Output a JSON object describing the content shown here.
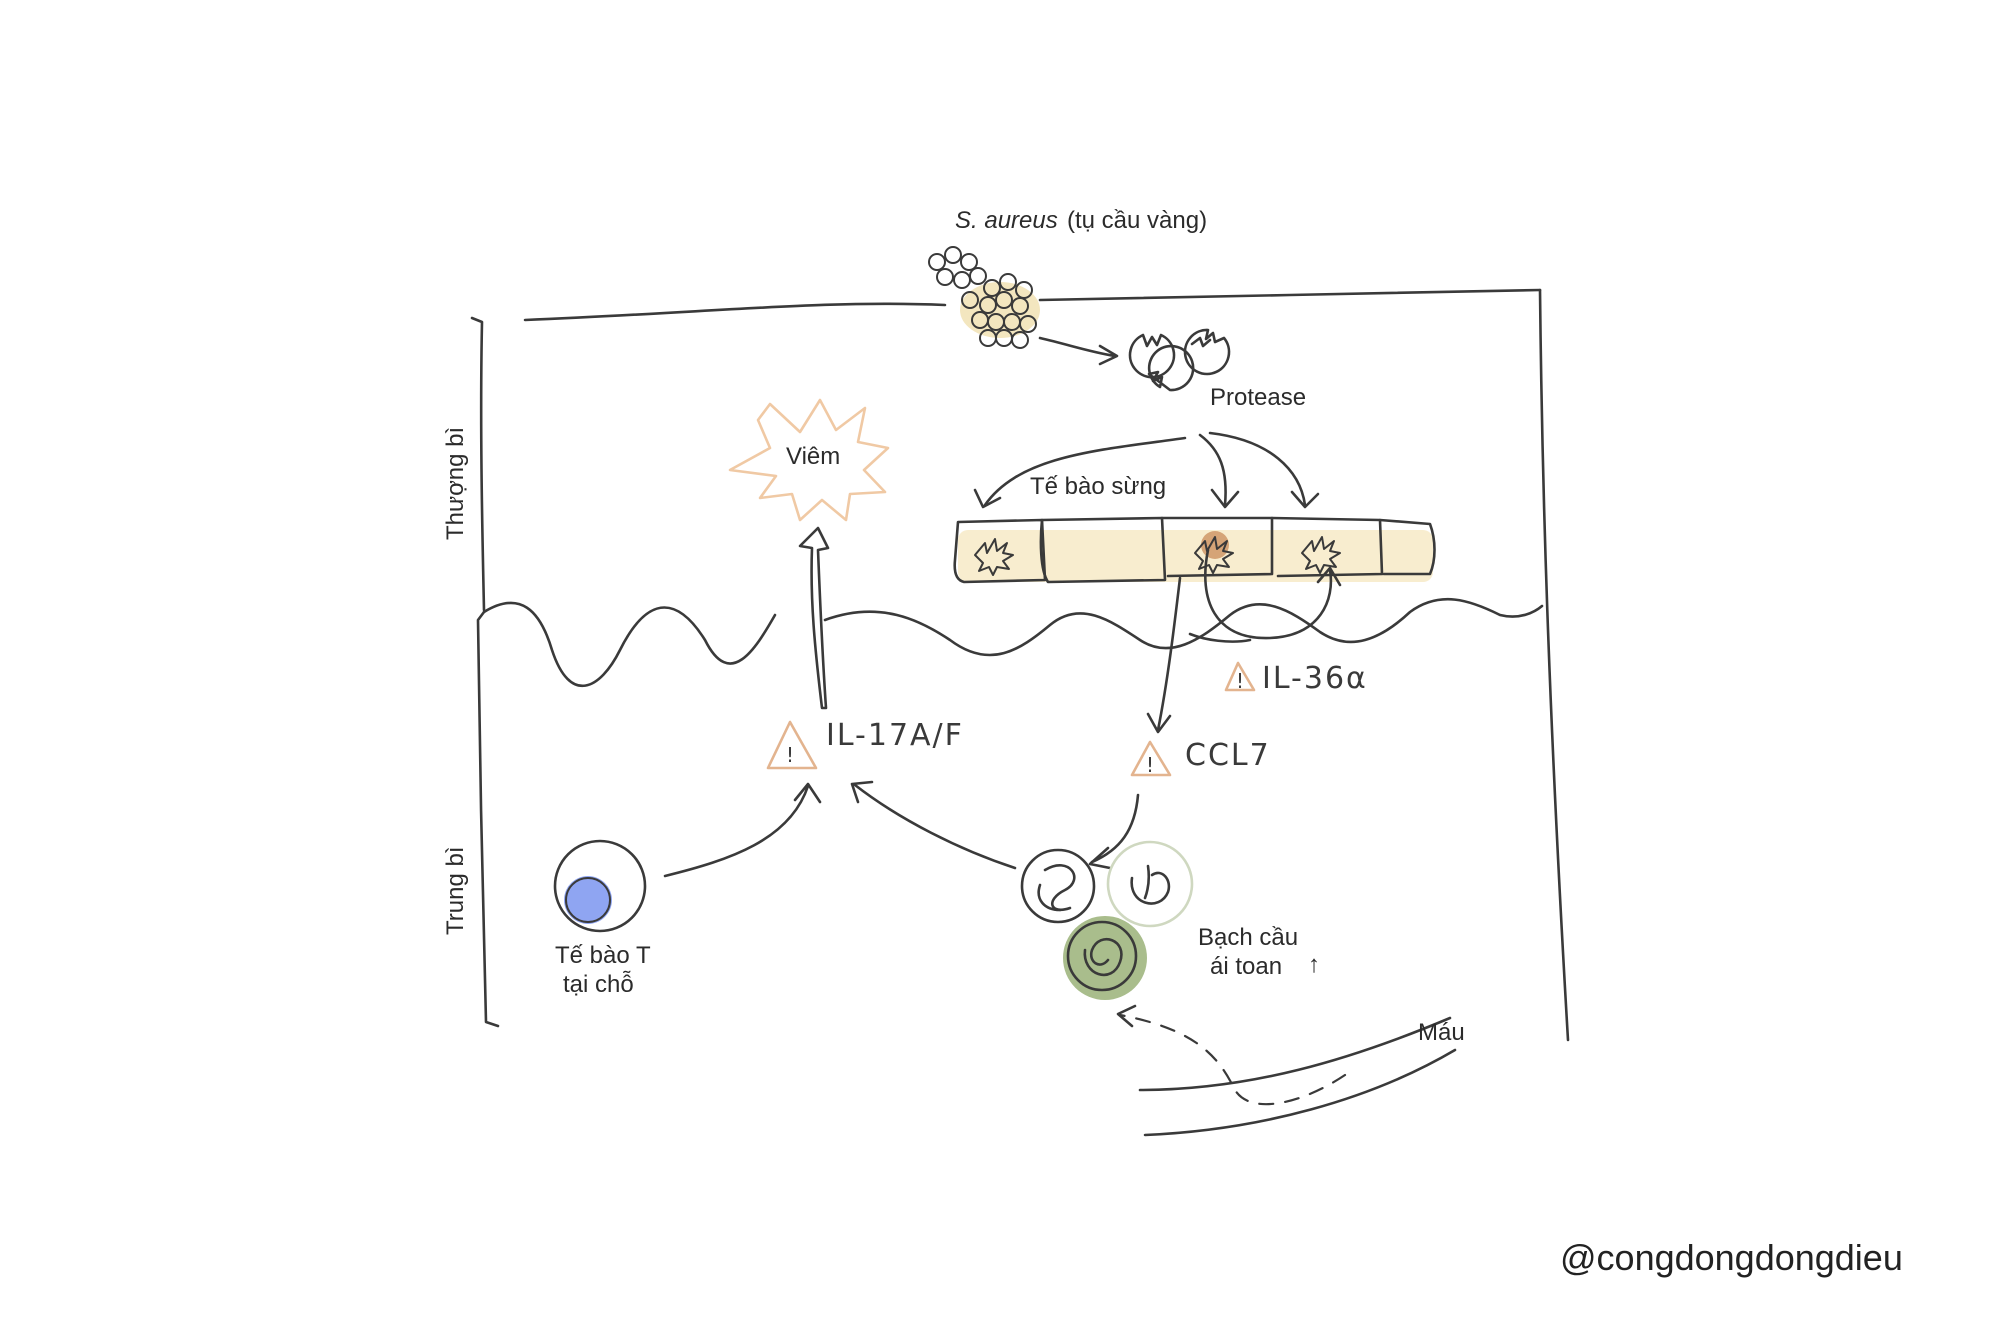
{
  "labels": {
    "bacteria_species": "S. aureus",
    "bacteria_common": "(tụ cầu vàng)",
    "protease": "Protease",
    "keratinocyte": "Tế bào sừng",
    "inflammation": "Viêm",
    "epidermis": "Thượng bì",
    "dermis": "Trung bì",
    "il36a": "IL-36α",
    "il17af": "IL-17A/F",
    "ccl7": "CCL7",
    "t_cell_line1": "Tế bào T",
    "t_cell_line2": "tại chỗ",
    "eosinophil_line1": "Bạch cầu",
    "eosinophil_line2": "ái toan",
    "eosinophil_trend": "↑",
    "blood": "Máu",
    "warning_symbol": "!"
  },
  "watermark": "@congdongdongdieu",
  "colors": {
    "ink": "#3a3a3a",
    "bacteria_fill": "#f3e6bf",
    "protease_accent": "#c98b5a",
    "keratinocyte_glow": "#f8edcf",
    "inflammation_stroke": "#f0c9a4",
    "warning_stroke": "#e3b48f",
    "t_cell_nucleus": "#8fa5f2",
    "eosinophil_green": "#a9bd8c",
    "eosinophil_pale": "#cfd8c0"
  }
}
